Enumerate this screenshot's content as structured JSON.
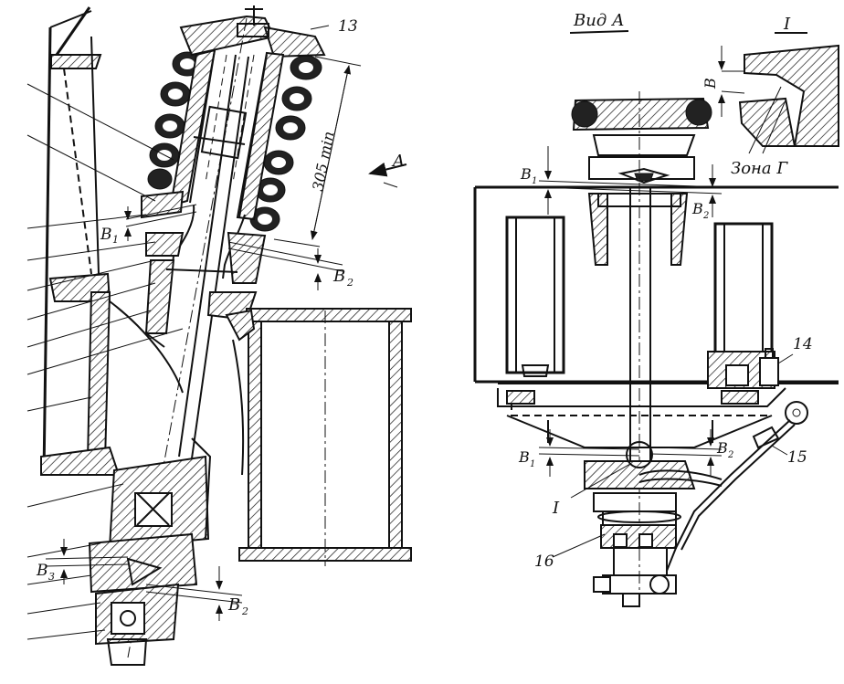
{
  "labels": {
    "callout_13": "13",
    "callout_14": "14",
    "callout_15": "15",
    "callout_16": "16",
    "roman_1_main": "I",
    "roman_1_view": "I",
    "dimension_305": "305 min",
    "arrow_a": "A",
    "view_a_title": "Вид А",
    "zone_g": "Зона Г",
    "b1": "B",
    "b1_sub": "1",
    "b2": "B",
    "b2_sub": "2",
    "b3": "B",
    "b3_sub": "3"
  }
}
